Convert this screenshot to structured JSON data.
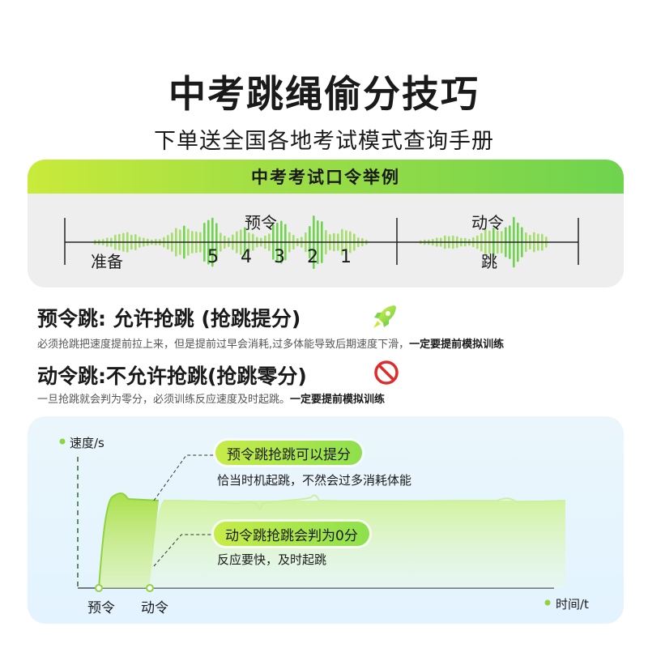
{
  "header": {
    "title": "中考跳绳偷分技巧",
    "subtitle": "下单送全国各地考试模式查询手册"
  },
  "command_example": {
    "heading": "中考考试口令举例",
    "ready": "准备",
    "countdown": "5 4 3 2 1",
    "pre_command": "预令",
    "action_command": "动令",
    "jump": "跳"
  },
  "rules": [
    {
      "title": "预令跳: 允许抢跳 (抢跳提分)",
      "desc_plain": "必须抢跳把速度提前拉上来，但是提前过早会消耗,过多体能导致后期速度下滑，",
      "desc_bold": "一定要提前模拟训练",
      "icon": "rocket-icon"
    },
    {
      "title": "动令跳:不允许抢跳(抢跳零分)",
      "desc_plain": "一旦抢跳就会判为零分，必须训练反应速度及时起跳。",
      "desc_bold": "一定要提前模拟训练",
      "icon": "prohibited-icon"
    }
  ],
  "chart": {
    "y_label": "速度/s",
    "x_label": "时间/t",
    "pill_pre": "预令跳抢跳可以提分",
    "note_pre": "恰当时机起跳，不然会过多消耗体能",
    "pill_action": "动令跳抢跳会判为0分",
    "note_action": "反应要快，及时起跳",
    "tick_pre": "预令",
    "tick_action": "动令"
  },
  "colors": {
    "accent_green": "#7ed348",
    "lime": "#c9ea3a",
    "prohibit_red": "#e02b2b"
  }
}
